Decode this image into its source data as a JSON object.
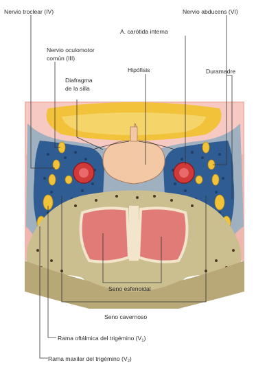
{
  "labels": {
    "nervio_troclear": "Nervio troclear (IV)",
    "nervio_abducens": "Nervio abducens (VI)",
    "carotida_interna": "A. carótida interna",
    "oculomotor_line1": "Nervio oculomotor",
    "oculomotor_line2": "común (III)",
    "diafragma_line1": "Diafragma",
    "diafragma_line2": "de la silla",
    "hipofisis": "Hipófisis",
    "duramadre": "Duramadre",
    "seno_esfenoidal": "Seno esfenoidal",
    "seno_cavernoso": "Seno cavernoso",
    "rama_oftalmica": "Rama oftálmica del trigémino (V",
    "rama_oftalmica_sub": "1",
    "rama_oftalmica_end": ")",
    "rama_maxilar": "Rama maxilar del trigémino (V",
    "rama_maxilar_sub": "2",
    "rama_maxilar_end": ")"
  },
  "colors": {
    "background": "#ffffff",
    "dura": "#e8a8a4",
    "sinus_blue": "#2e5c93",
    "yellow_nerve": "#f2c23a",
    "carotid_red": "#d23a3a",
    "pituitary": "#f3c9a5",
    "sphenoid_sinus": "#e07b78",
    "bone": "#cbbf8f"
  }
}
